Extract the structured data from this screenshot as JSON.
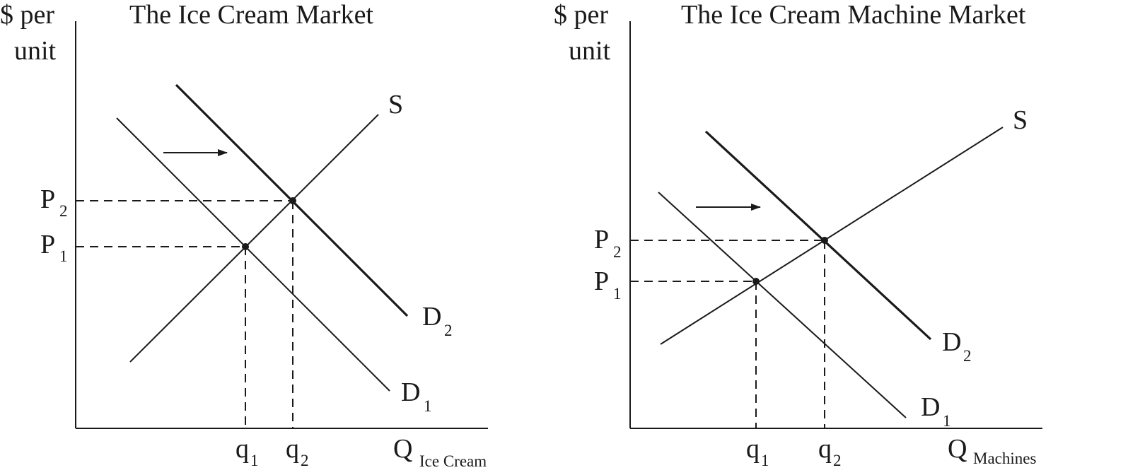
{
  "panels": [
    {
      "title": "The Ice Cream Market",
      "y_axis_label_line1": "$ per",
      "y_axis_label_line2": "unit",
      "x_axis_label_main": "Q",
      "x_axis_label_sub": "Ice Cream",
      "supply_label": "S",
      "demand1_label_main": "D",
      "demand1_label_sub": "1",
      "demand2_label_main": "D",
      "demand2_label_sub": "2",
      "p1_main": "P",
      "p1_sub": "1",
      "p2_main": "P",
      "p2_sub": "2",
      "q1_main": "q",
      "q1_sub": "1",
      "q2_main": "q",
      "q2_sub": "2"
    },
    {
      "title": "The Ice Cream Machine Market",
      "y_axis_label_line1": "$ per",
      "y_axis_label_line2": "unit",
      "x_axis_label_main": "Q",
      "x_axis_label_sub": "Machines",
      "supply_label": "S",
      "demand1_label_main": "D",
      "demand1_label_sub": "1",
      "demand2_label_main": "D",
      "demand2_label_sub": "2",
      "p1_main": "P",
      "p1_sub": "1",
      "p2_main": "P",
      "p2_sub": "2",
      "q1_main": "q",
      "q1_sub": "1",
      "q2_main": "q",
      "q2_sub": "2"
    }
  ]
}
